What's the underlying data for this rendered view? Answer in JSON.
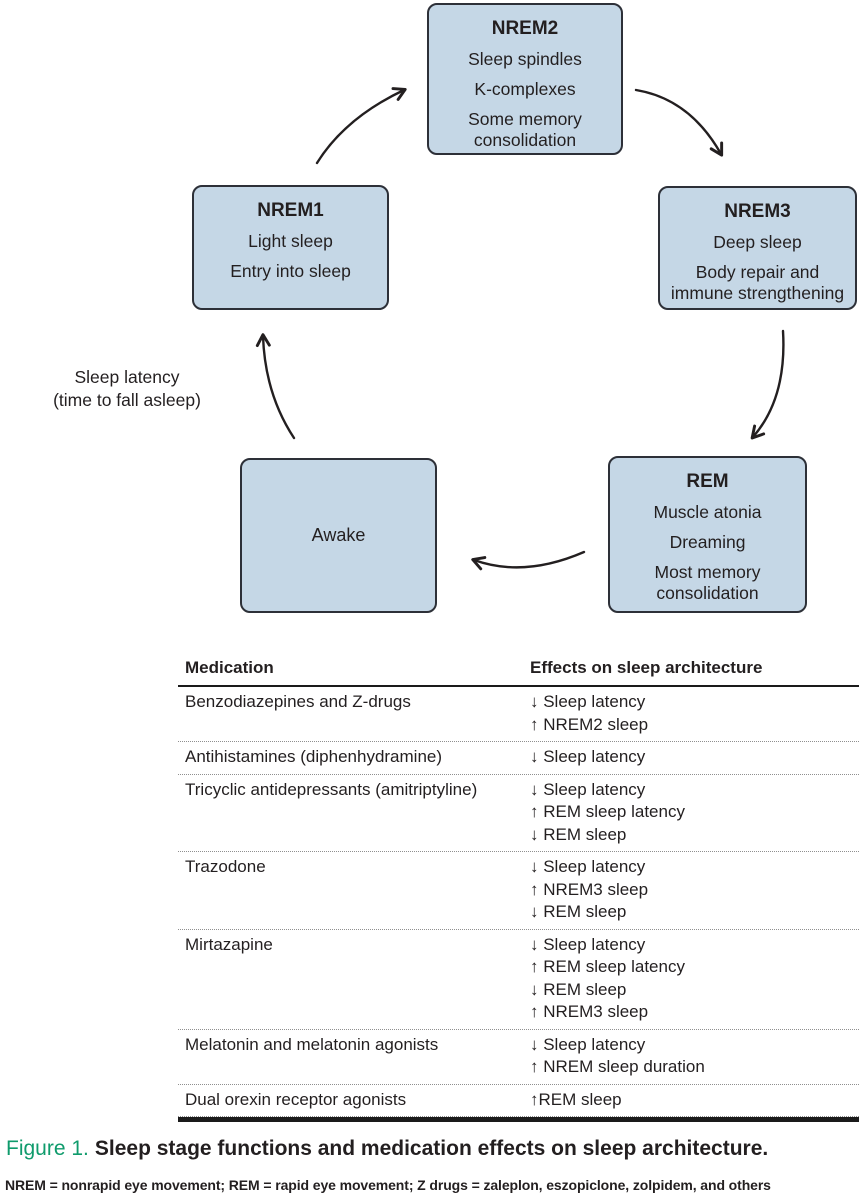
{
  "diagram": {
    "boxes": {
      "nrem2": {
        "title": "NREM2",
        "lines": [
          "Sleep spindles",
          "K-complexes",
          "Some memory consolidation"
        ]
      },
      "nrem3": {
        "title": "NREM3",
        "lines": [
          "Deep sleep",
          "Body repair and immune strengthening"
        ]
      },
      "rem": {
        "title": "REM",
        "lines": [
          "Muscle atonia",
          "Dreaming",
          "Most memory consolidation"
        ]
      },
      "awake": {
        "title": "Awake"
      },
      "nrem1": {
        "title": "NREM1",
        "lines": [
          "Light sleep",
          "Entry into sleep"
        ]
      }
    },
    "side_label": {
      "line1": "Sleep latency",
      "line2": "(time to fall asleep)"
    }
  },
  "table": {
    "headers": {
      "medication": "Medication",
      "effects": "Effects on sleep architecture"
    },
    "rows": [
      {
        "medication": "Benzodiazepines and Z-drugs",
        "effects": [
          "↓ Sleep latency",
          "↑ NREM2 sleep"
        ]
      },
      {
        "medication": "Antihistamines (diphenhydramine)",
        "effects": [
          "↓ Sleep latency"
        ]
      },
      {
        "medication": "Tricyclic antidepressants (amitriptyline)",
        "effects": [
          "↓ Sleep latency",
          "↑ REM sleep latency",
          "↓ REM sleep"
        ]
      },
      {
        "medication": "Trazodone",
        "effects": [
          "↓ Sleep latency",
          "↑ NREM3 sleep",
          "↓ REM sleep"
        ]
      },
      {
        "medication": "Mirtazapine",
        "effects": [
          "↓ Sleep latency",
          "↑ REM sleep latency",
          "↓ REM sleep",
          "↑ NREM3 sleep"
        ]
      },
      {
        "medication": "Melatonin and melatonin agonists",
        "effects": [
          "↓ Sleep latency",
          "↑ NREM sleep duration"
        ]
      },
      {
        "medication": "Dual orexin receptor agonists",
        "effects": [
          "↑REM sleep"
        ]
      }
    ]
  },
  "caption": {
    "label": "Figure 1.",
    "text": "Sleep stage functions and medication effects on sleep architecture."
  },
  "footnote": "NREM = nonrapid eye movement; REM = rapid eye movement; Z drugs = zaleplon, eszopiclone, zolpidem, and others",
  "colors": {
    "box_fill": "#c5d7e6",
    "box_border": "#2d3038",
    "text": "#231f20",
    "figure_label_green": "#0f9b6c",
    "rule_black": "#1a1a1a",
    "dotted_separator": "#8f8f8f"
  }
}
